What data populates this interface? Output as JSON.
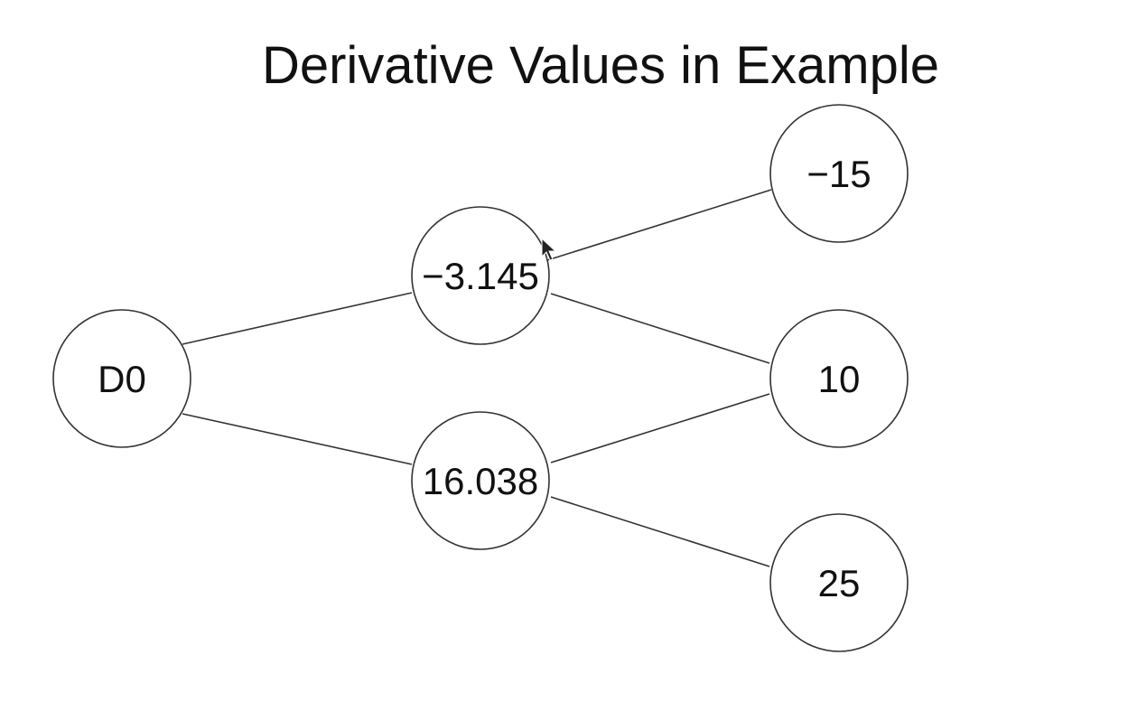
{
  "title": "Derivative Values in Example",
  "nodes": {
    "root": "D0",
    "mid_top": "−3.145",
    "mid_bottom": "16.038",
    "leaf_top": "−15",
    "leaf_middle": "10",
    "leaf_bottom": "25"
  },
  "edges": [
    [
      "root",
      "mid_top"
    ],
    [
      "root",
      "mid_bottom"
    ],
    [
      "mid_top",
      "leaf_top"
    ],
    [
      "mid_top",
      "leaf_middle"
    ],
    [
      "mid_bottom",
      "leaf_middle"
    ],
    [
      "mid_bottom",
      "leaf_bottom"
    ]
  ],
  "colors": {
    "line": "#333333",
    "text": "#111111",
    "background": "#ffffff"
  },
  "icons": {
    "pointer": "mouse-cursor-icon"
  }
}
